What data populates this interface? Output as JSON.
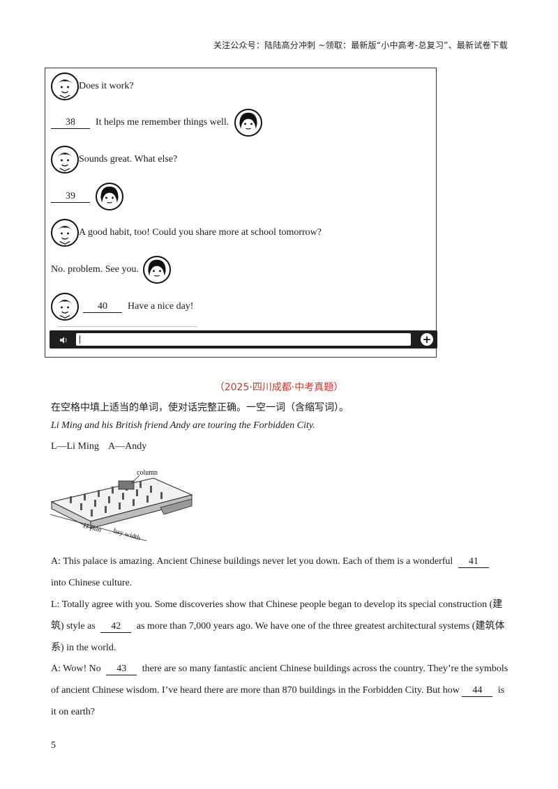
{
  "header": {
    "text": "关注公众号：陆陆高分冲刺   ~领取：最新版“小中高考-总复习”、最新试卷下载"
  },
  "chat": {
    "messages": [
      {
        "side": "left",
        "text": "Does it work?"
      },
      {
        "side": "right",
        "blank": "38",
        "text": "It helps me remember things well."
      },
      {
        "side": "left",
        "text": "Sounds great. What else?"
      },
      {
        "side": "right",
        "blank": "39",
        "text": ""
      },
      {
        "side": "left",
        "text": "A good habit, too! Could you share more at school tomorrow?"
      },
      {
        "side": "right",
        "text": "No. problem. See you."
      },
      {
        "side": "left",
        "blank": "40",
        "text": "Have a nice day!"
      }
    ]
  },
  "source": "（2025·四川成都·中考真题）",
  "instruction": "在空格中填上适当的单词，使对话完整正确。一空一词（含缩写词）。",
  "scene": "Li Ming and his British friend Andy are touring the Forbidden City.",
  "roles": "L—Li Ming    A—Andy",
  "diagram_labels": {
    "column": "column",
    "jian": "11 jian",
    "bay": "bay width"
  },
  "paragraphs": {
    "p1_a": "A: This palace is amazing. Ancient Chinese buildings never let you down. Each of them is a wonderful",
    "p1_blank": "41",
    "p1_b": "into Chinese culture.",
    "p2_a": "L: Totally agree with you. Some discoveries show that Chinese people began to develop its special construction (建筑) style as",
    "p2_blank": "42",
    "p2_b": "as more than 7,000 years ago. We have one of the three greatest architectural systems (建筑体系) in the world.",
    "p3_a": "A: Wow! No",
    "p3_blank": "43",
    "p3_b": "there are so many fantastic ancient Chinese buildings across the country. They’re the symbols of ancient Chinese wisdom. I’ve heard there are more than 870 buildings in the Forbidden City. But how",
    "p3_blank2": "44",
    "p3_c": "is it on earth?"
  },
  "page_number": "5"
}
